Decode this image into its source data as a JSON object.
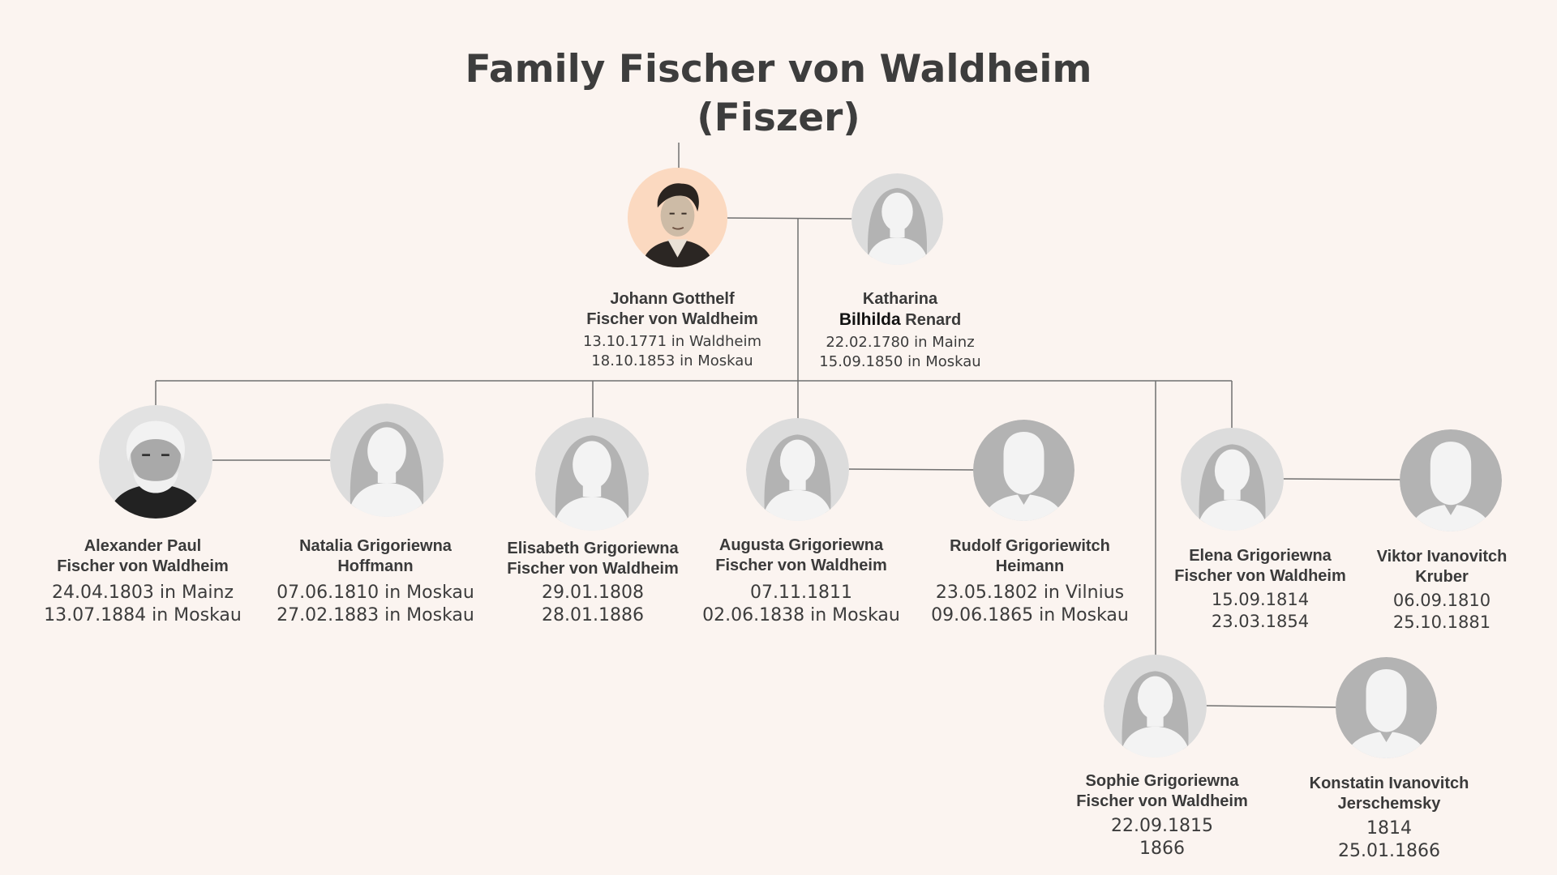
{
  "title": {
    "line1": "Family Fischer von Waldheim",
    "line2": "(Fiszer)"
  },
  "persons": {
    "johann": {
      "name1": "Johann Gotthelf",
      "name2": "Fischer von Waldheim",
      "born": "13.10.1771 in Waldheim",
      "died": "18.10.1853 in Moskau",
      "photo": "portrait-engraving"
    },
    "katharina": {
      "name1": "Katharina",
      "name2a": "Bilhilda",
      "name2b": "Renard",
      "born": "22.02.1780 in Mainz",
      "died": "15.09.1850 in Moskau",
      "photo": "female-placeholder"
    },
    "alexander": {
      "name1": "Alexander Paul",
      "name2": "Fischer von Waldheim",
      "born": "24.04.1803 in Mainz",
      "died": "13.07.1884 in Moskau",
      "photo": "portrait-photo"
    },
    "natalia": {
      "name1": "Natalia Grigoriewna",
      "name2": "Hoffmann",
      "born": "07.06.1810 in Moskau",
      "died": "27.02.1883 in Moskau",
      "photo": "female-placeholder"
    },
    "elisabeth": {
      "name1": "Elisabeth Grigoriewna",
      "name2": "Fischer von Waldheim",
      "born": "29.01.1808",
      "died": "28.01.1886",
      "photo": "female-placeholder"
    },
    "augusta": {
      "name1": "Augusta Grigoriewna",
      "name2": "Fischer von Waldheim",
      "born": "07.11.1811",
      "died": "02.06.1838 in Moskau",
      "photo": "female-placeholder"
    },
    "rudolf": {
      "name1": "Rudolf Grigoriewitch",
      "name2": "Heimann",
      "born": "23.05.1802 in Vilnius",
      "died": "09.06.1865 in Moskau",
      "photo": "male-placeholder"
    },
    "elena": {
      "name1": "Elena Grigoriewna",
      "name2": "Fischer von Waldheim",
      "born": "15.09.1814",
      "died": "23.03.1854",
      "photo": "female-placeholder"
    },
    "viktor": {
      "name1": "Viktor Ivanovitch",
      "name2": "Kruber",
      "born": "06.09.1810",
      "died": "25.10.1881",
      "photo": "male-placeholder"
    },
    "sophie": {
      "name1": "Sophie Grigoriewna",
      "name2": "Fischer von Waldheim",
      "born": "22.09.1815",
      "died": "1866",
      "photo": "female-placeholder"
    },
    "konstatin": {
      "name1": "Konstatin Ivanovitch",
      "name2": "Jerschemsky",
      "born": "1814",
      "died": "25.01.1866",
      "photo": "male-placeholder"
    }
  },
  "colors": {
    "background": "#fbf4f0",
    "line": "#707070",
    "avatar_bg": "#dcdcdc",
    "silhouette": "#b3b3b3",
    "highlight_bg": "#fbd9c0"
  }
}
